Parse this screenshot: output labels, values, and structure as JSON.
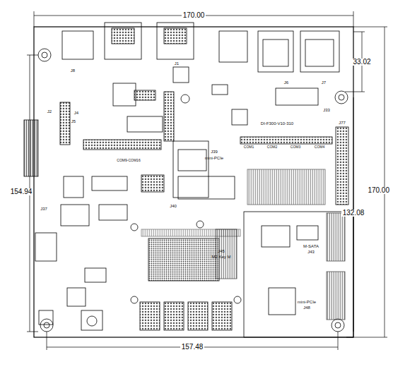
{
  "diagram": {
    "labels": [
      "170.00",
      "33.02",
      "170.00",
      "154.94",
      "132.08",
      "157.48",
      "J39",
      "mini-PCIe",
      "J45",
      "M2 Key M",
      "M-SATA",
      "J43",
      "mini-PCIe",
      "J48",
      "DI-F300-V10-310",
      "COM1",
      "COM2",
      "COM3",
      "COM4",
      "COM9-COM16",
      "J1",
      "J6",
      "J7",
      "J33",
      "J77",
      "J8",
      "J2",
      "J37",
      "J4",
      "J5",
      "J40"
    ]
  }
}
